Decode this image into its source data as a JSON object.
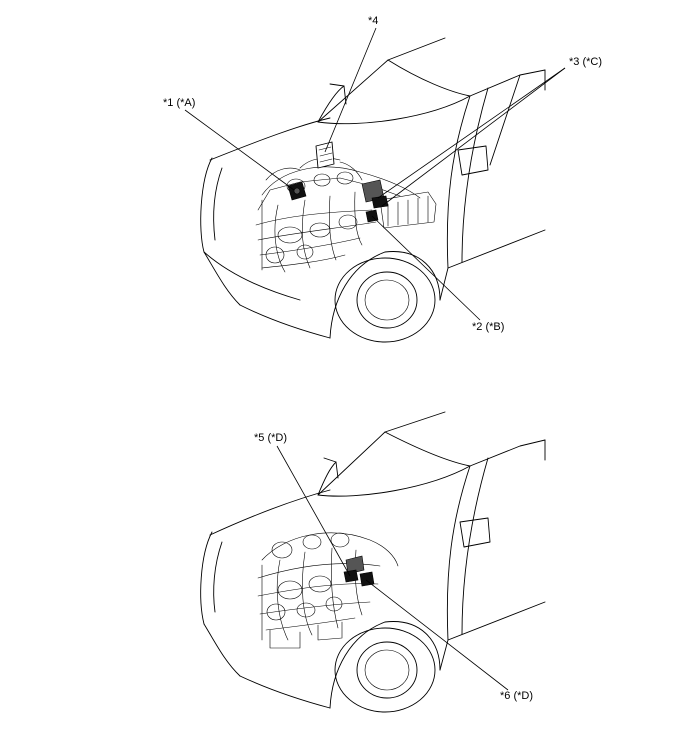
{
  "callouts": {
    "c1": "*1 (*A)",
    "c2": "*2 (*B)",
    "c3": "*3 (*C)",
    "c4": "*4",
    "c5": "*5 (*D)",
    "c6": "*6 (*D)"
  }
}
